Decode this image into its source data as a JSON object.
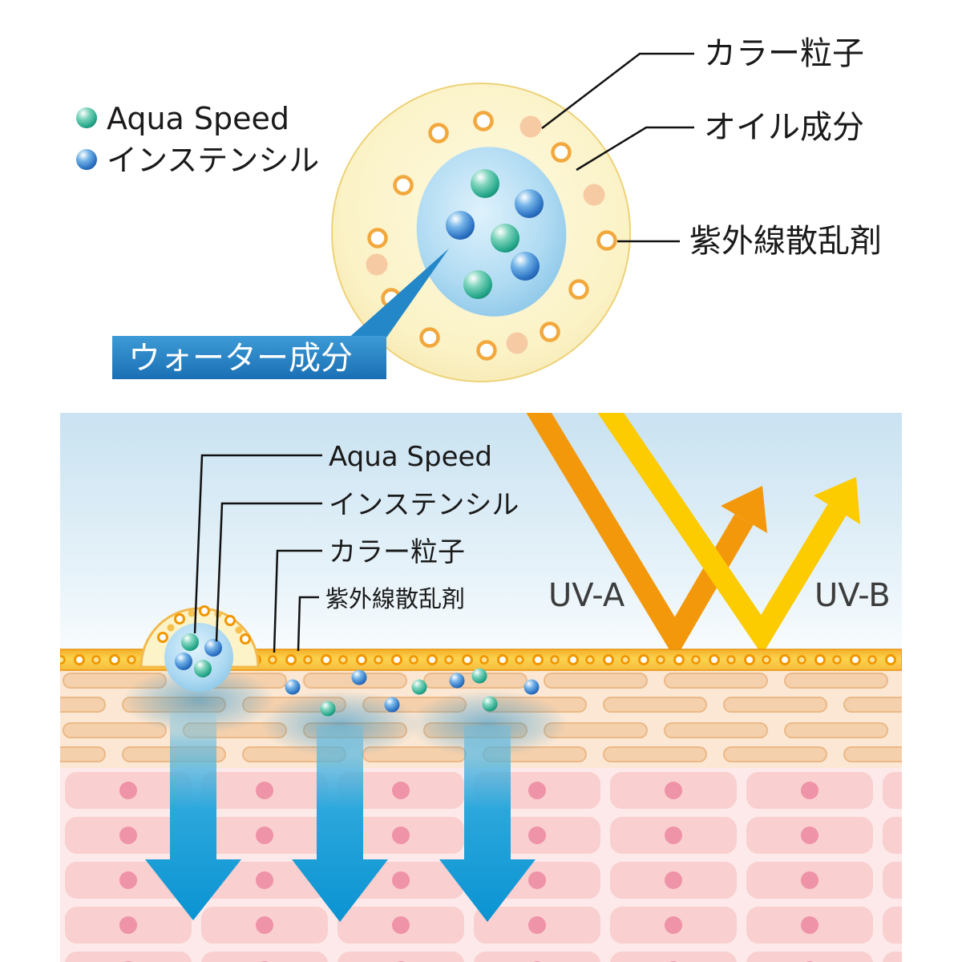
{
  "legend": {
    "items": [
      {
        "label": "Aqua Speed",
        "color": "#1E9E84"
      },
      {
        "label": "インステンシル",
        "color": "#1C64B8"
      }
    ]
  },
  "capsule": {
    "labels": {
      "color_particle": "カラー粒子",
      "oil": "オイル成分",
      "uv_scatter": "紫外線散乱剤",
      "water": "ウォーター成分"
    },
    "colors": {
      "shell": "#FBF2C6",
      "ring_stroke": "#F29600",
      "color_particle": "#F6CBA4",
      "water_core": "#8CC8E8",
      "water_label_bg": "#1E7FC2"
    }
  },
  "skin": {
    "labels": {
      "aqua_speed": "Aqua Speed",
      "instencil": "インステンシル",
      "color_particle": "カラー粒子",
      "uv_scatter": "紫外線散乱剤",
      "uva": "UV-A",
      "uvb": "UV-B"
    },
    "colors": {
      "sky_top": "#C9E2F1",
      "surface_band": "#F9C93F",
      "stratum_bg": "#FBE7D3",
      "stratum_cell": "#F5D0AC",
      "dermis_bg": "#FDE9E9",
      "dermis_cell": "#F9CFCF",
      "dermis_dot": "#EF93A8",
      "arrow_blue": "#0F9BD8",
      "uva_orange": "#F3980B",
      "uvb_yellow": "#FCCB00"
    }
  }
}
